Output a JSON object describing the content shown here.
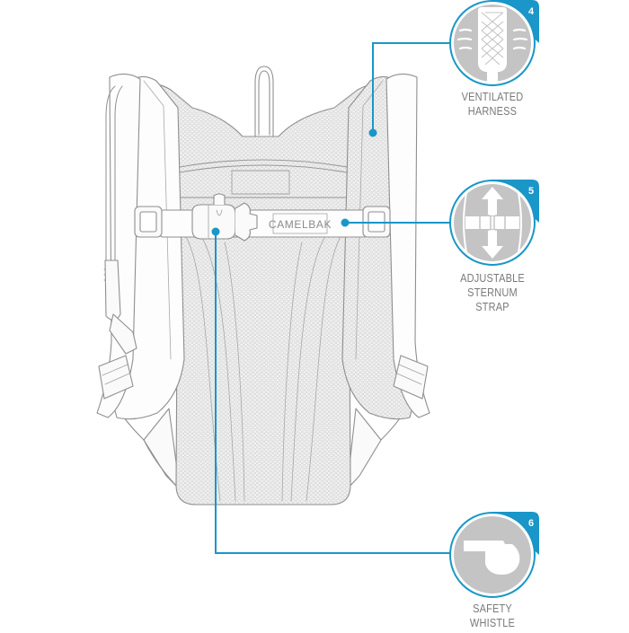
{
  "diagram": {
    "subject": "Hydration backpack, rear view (harness side)",
    "brand_logo": "CamelBak",
    "colors": {
      "accent": "#1a96c8",
      "icon_fill": "#c4c4c4",
      "outline": "#8f8f8f",
      "mesh": "#e9e9e9",
      "label_text": "#7a7a7a",
      "background": "#ffffff"
    }
  },
  "features": [
    {
      "number": "4",
      "icon": "mesh-airflow-icon",
      "label_lines": [
        "VENTILATED",
        "HARNESS"
      ]
    },
    {
      "number": "5",
      "icon": "sternum-adjust-icon",
      "label_lines": [
        "ADJUSTABLE",
        "STERNUM",
        "STRAP"
      ]
    },
    {
      "number": "6",
      "icon": "whistle-icon",
      "label_lines": [
        "SAFETY",
        "WHISTLE"
      ]
    }
  ]
}
